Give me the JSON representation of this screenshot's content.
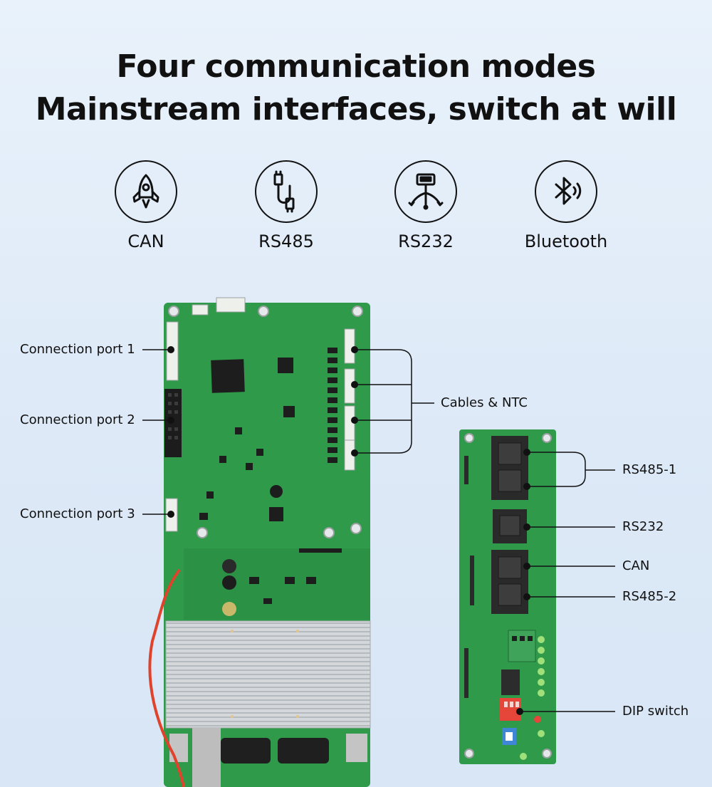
{
  "heading": {
    "line1": "Four communication modes",
    "line2": "Mainstream interfaces, switch at will"
  },
  "modes": [
    {
      "label": "CAN",
      "icon": "rocket-icon"
    },
    {
      "label": "RS485",
      "icon": "cable-plug-icon"
    },
    {
      "label": "RS232",
      "icon": "serial-network-icon"
    },
    {
      "label": "Bluetooth",
      "icon": "bluetooth-icon"
    }
  ],
  "main_board": {
    "ports": [
      "Connection port 1",
      "Connection port 2",
      "Connection port 3"
    ],
    "cables_label": "Cables & NTC"
  },
  "comm_board": {
    "labels": [
      "RS485-1",
      "RS232",
      "CAN",
      "RS485-2",
      "DIP switch"
    ]
  },
  "colors": {
    "pcb_green": "#2e9a4a",
    "pcb_dark": "#1f7d38",
    "heatsink": "#cfd3d6",
    "connector": "#eef0ec",
    "dip_red": "#e6463a"
  }
}
